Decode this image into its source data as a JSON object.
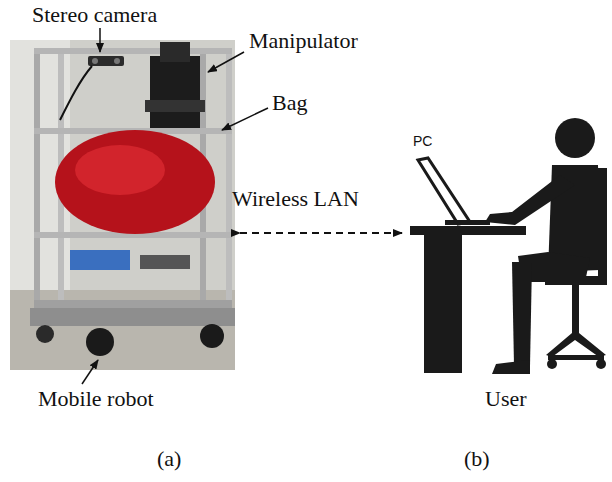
{
  "diagram": {
    "labels": [
      "Stereo camera",
      "Manipulator",
      "Bag",
      "Wireless LAN",
      "PC",
      "Mobile robot",
      "User",
      "(a)",
      "(b)"
    ]
  }
}
